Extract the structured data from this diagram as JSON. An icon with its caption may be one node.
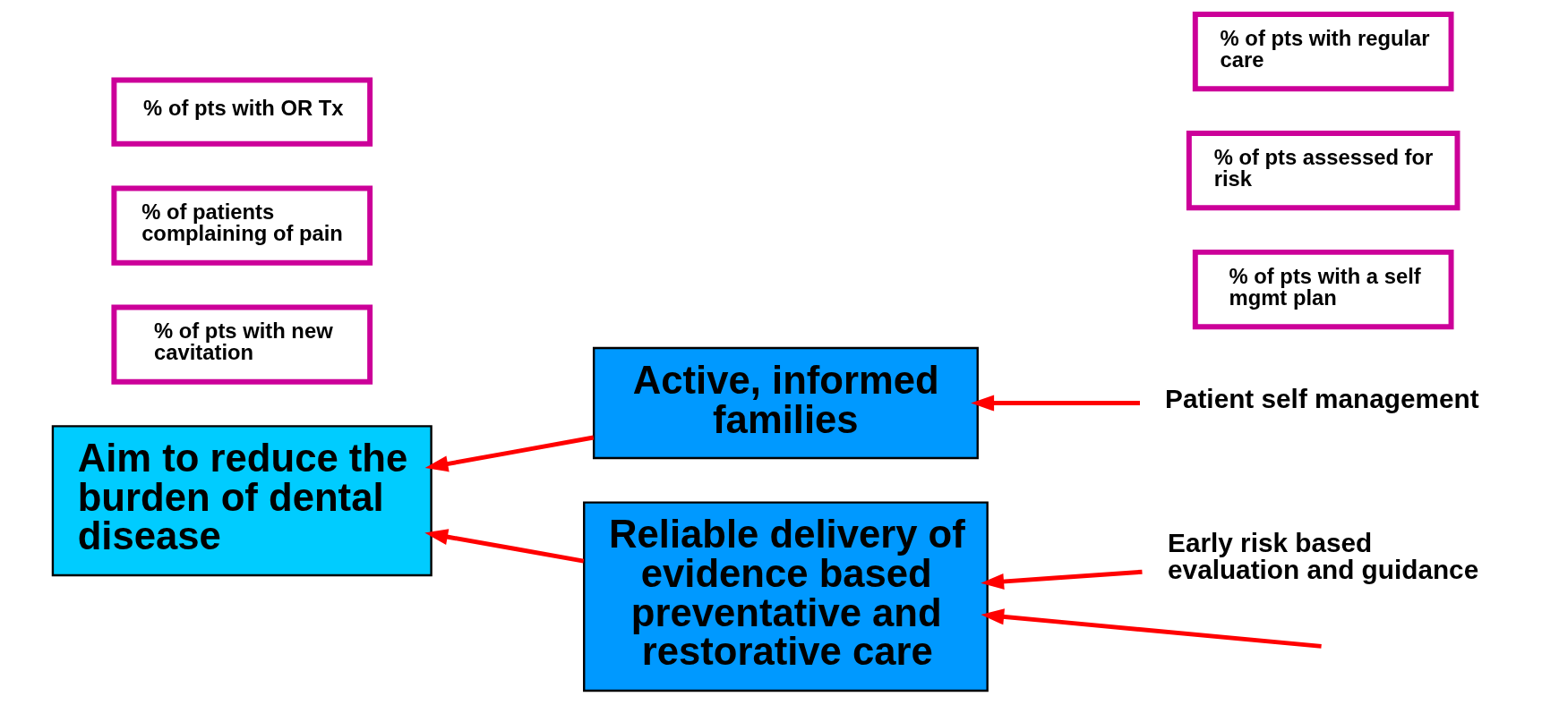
{
  "diagram": {
    "nodes": [
      {
        "text": [
          "Aim to reduce the burden of dental disease"
        ]
      },
      {
        "text": [
          "Active, informed families"
        ]
      },
      {
        "text": [
          "Reliable delivery of evidence based preventative and restorative care"
        ]
      },
      {
        "text": [
          "Patient self management"
        ]
      },
      {
        "text": [
          "% of pts with a self mgmt plan"
        ]
      },
      {
        "text": [
          "Early risk based evaluation and guidance"
        ]
      },
      {
        "text": [
          "% of pts assessed for risk"
        ]
      },
      {
        "text": [
          "% of pts with regular care"
        ]
      },
      {
        "text": [
          "% of pts with new cavitation"
        ]
      },
      {
        "text": [
          "% of patients complaining of pain"
        ]
      },
      {
        "text": [
          "% of pts with OR Tx"
        ]
      }
    ],
    "edges": [
      {
        "from": 1,
        "to": 0,
        "arrow": "to"
      },
      {
        "from": 2,
        "to": 0,
        "arrow": "to"
      },
      {
        "from": 3,
        "to": 1,
        "arrow": "to"
      },
      {
        "from": 5,
        "to": 2,
        "arrow": "to"
      },
      {
        "from": null,
        "to": 2,
        "arrow": "to"
      }
    ]
  }
}
